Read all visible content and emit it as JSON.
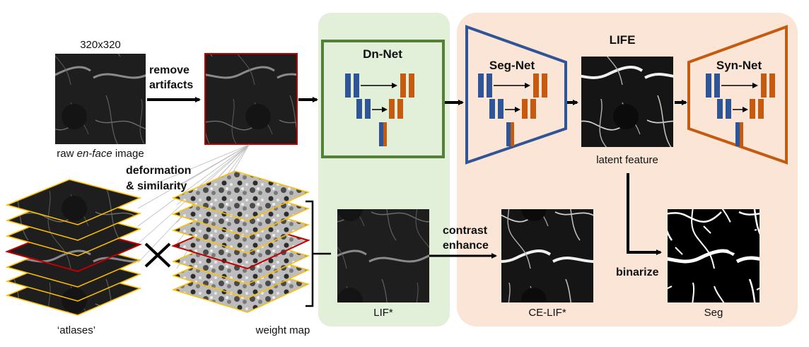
{
  "labels": {
    "size": "320x320",
    "remove_artifacts_1": "remove",
    "remove_artifacts_2": "artifacts",
    "raw_prefix": "raw ",
    "raw_italic": "en-face",
    "raw_suffix": " image",
    "deformation_1": "deformation",
    "deformation_2": "& similarity",
    "atlases": "‘atlases’",
    "weight_map": "weight map",
    "dn_net": "Dn-Net",
    "lif_star": "LIF*",
    "life": "LIFE",
    "seg_net": "Seg-Net",
    "syn_net": "Syn-Net",
    "latent_feature": "latent feature",
    "contrast_1": "contrast",
    "contrast_2": "enhance",
    "ce_lif": "CE-LIF*",
    "binarize": "binarize",
    "seg": "Seg"
  },
  "colors": {
    "dn_panel": "#e2efd9",
    "life_panel": "#fbe5d6",
    "dn_border": "#538135",
    "seg_border": "#2f5597",
    "syn_border": "#c55a11",
    "encoder_block": "#2f5597",
    "decoder_block": "#c55a11",
    "highlight_frame": "#c00000",
    "stack_frame": "#ffc000"
  }
}
